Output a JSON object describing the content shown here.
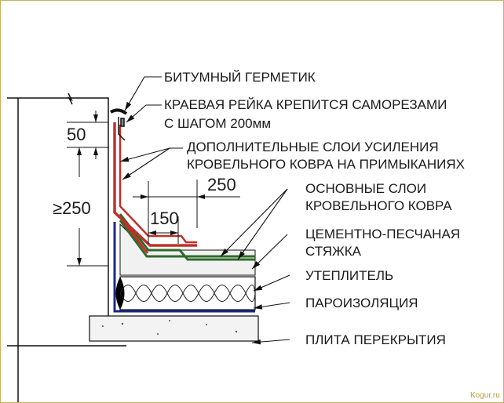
{
  "labels": {
    "sealant": "БИТУМНЫЙ ГЕРМЕТИК",
    "edge_rail_1": "КРАЕВАЯ РЕЙКА КРЕПИТСЯ САМОРЕЗАМИ",
    "edge_rail_2": "С ШАГОМ 200мм",
    "extra_layers_1": "ДОПОЛНИТЕЛЬНЫЕ СЛОИ УСИЛЕНИЯ",
    "extra_layers_2": "КРОВЕЛЬНОГО КОВРА НА ПРИМЫКАНИЯХ",
    "main_layers_1": "ОСНОВНЫЕ СЛОИ",
    "main_layers_2": "КРОВЕЛЬНОГО КОВРА",
    "screed_1": "ЦЕМЕНТНО-ПЕСЧАНАЯ",
    "screed_2": "СТЯЖКА",
    "insulation": "УТЕПЛИТЕЛЬ",
    "vapor_barrier": "ПАРОИЗОЛЯЦИЯ",
    "slab": "ПЛИТА ПЕРЕКРЫТИЯ"
  },
  "dimensions": {
    "d50": "50",
    "d250min": "≥250",
    "d250": "250",
    "d150": "150"
  },
  "watermark": "Kogur.ru",
  "colors": {
    "reinforcement": "#c0302a",
    "membrane": "#2f6a2a",
    "vapor": "#1c2a80",
    "frame": "#c9b25a"
  }
}
